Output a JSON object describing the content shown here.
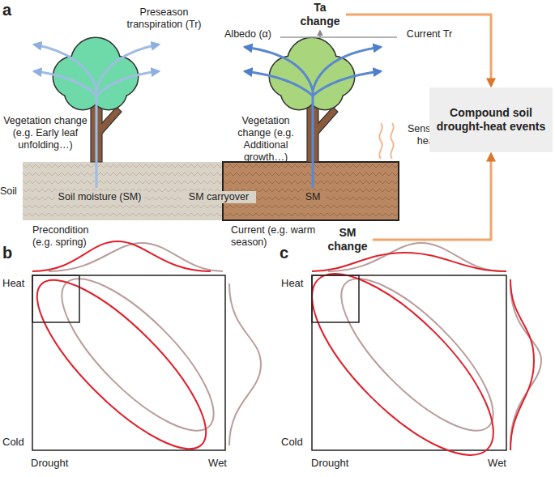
{
  "diagram": {
    "nodes": [
      {
        "text": [
          "Ta change"
        ]
      },
      {
        "text": [
          "Compound soil drought-heat events"
        ]
      },
      {
        "text": [
          "SM change"
        ]
      }
    ],
    "edges": [
      {
        "from": 0,
        "to": 1,
        "arrow": "to"
      },
      {
        "from": 2,
        "to": 1,
        "arrow": "to"
      }
    ],
    "labels": [
      "a",
      "Preseason transpiration (Tr)",
      "Albedo (α)",
      "Current Tr",
      "Vegetation change (e.g. Early leaf unfolding…)",
      "Vegetation change (e.g. Additional growth…)",
      "Sensible heat",
      "Soil",
      "Soil moisture (SM)",
      "SM carryover",
      "SM",
      "Precondition (e.g. spring)",
      "Current (e.g. warm season)",
      "b",
      "Heat",
      "Cold",
      "Drought",
      "Wet",
      "c",
      "Heat",
      "Cold",
      "Drought",
      "Wet"
    ]
  }
}
